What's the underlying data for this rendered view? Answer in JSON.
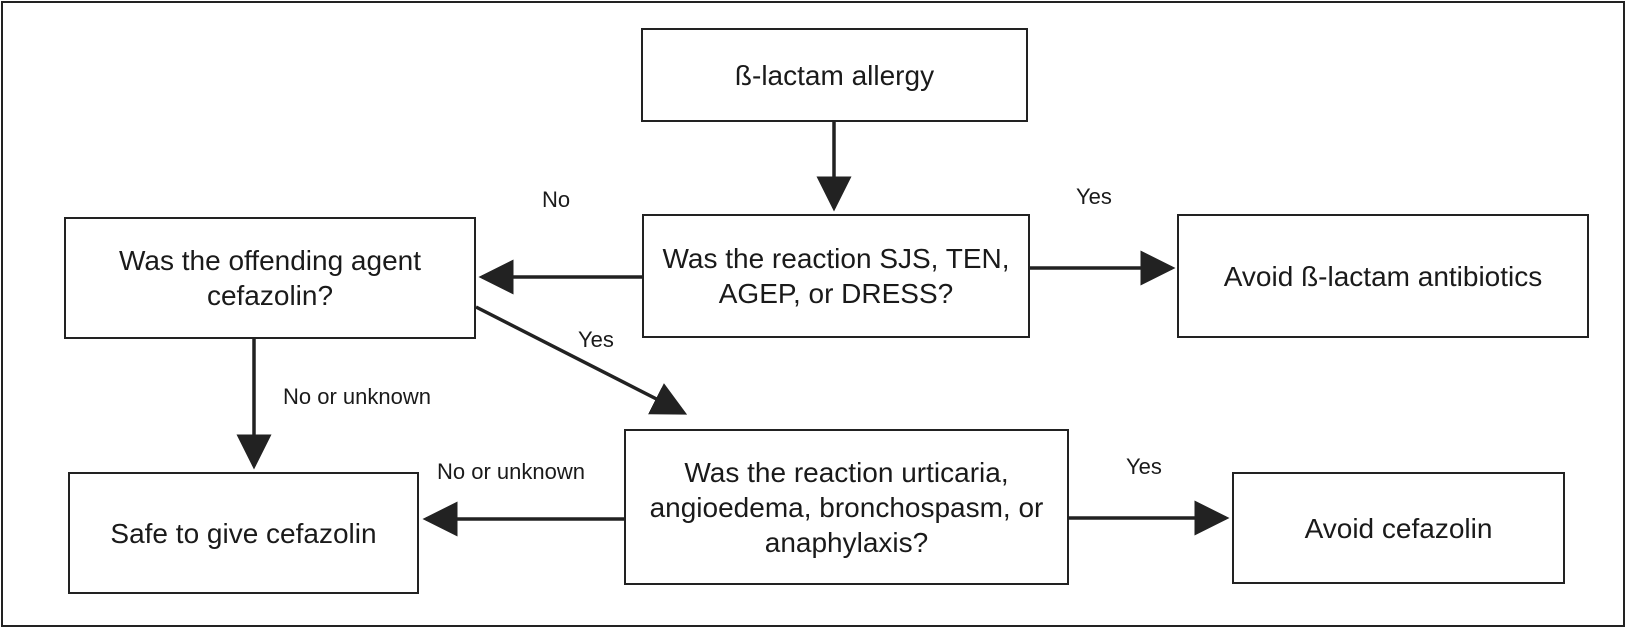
{
  "nodes": {
    "start": "ß-lactam allergy",
    "q_severe": "Was the reaction SJS, TEN, AGEP, or DRESS?",
    "avoid_beta_lactam": "Avoid ß-lactam antibiotics",
    "q_cefazolin": "Was the offending agent cefazolin?",
    "q_ige": "Was the reaction urticaria, angioedema, bronchospasm, or anaphylaxis?",
    "safe": "Safe to give cefazolin",
    "avoid_cefazolin": "Avoid cefazolin"
  },
  "edge_labels": {
    "severe_no": "No",
    "severe_yes": "Yes",
    "cefazolin_yes": "Yes",
    "cefazolin_no": "No or unknown",
    "ige_no": "No or unknown",
    "ige_yes": "Yes"
  },
  "colors": {
    "stroke": "#222222",
    "text": "#1a1a1a",
    "background": "#ffffff"
  }
}
